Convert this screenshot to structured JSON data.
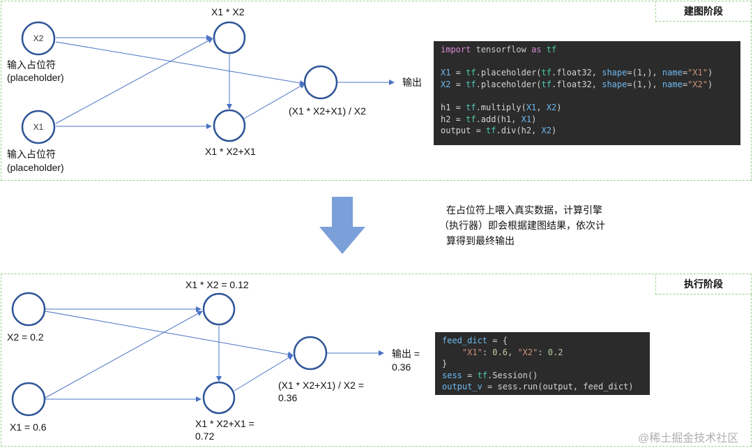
{
  "build": {
    "tag": "建图阶段",
    "input_x2_node": "X2",
    "input_x1_node": "X1",
    "input_x2_label_1": "输入占位符",
    "input_x2_label_2": "(placeholder)",
    "input_x1_label_1": "输入占位符",
    "input_x1_label_2": "(placeholder)",
    "h1_label": "X1 * X2",
    "h2_label": "X1 * X2+X1",
    "out_label": "(X1 * X2+X1) / X2",
    "output_label": "输出",
    "code": [
      [
        [
          "kw",
          "import"
        ],
        [
          "plain",
          " "
        ],
        [
          "mod",
          "tensorflow"
        ],
        [
          "plain",
          " "
        ],
        [
          "kw",
          "as"
        ],
        [
          "plain",
          " "
        ],
        [
          "tf",
          "tf"
        ]
      ],
      [],
      [
        [
          "var",
          "X1"
        ],
        [
          "plain",
          " = "
        ],
        [
          "tf",
          "tf"
        ],
        [
          "plain",
          ".placeholder("
        ],
        [
          "tf",
          "tf"
        ],
        [
          "plain",
          ".float32, "
        ],
        [
          "var",
          "shape"
        ],
        [
          "plain",
          "=(1,), "
        ],
        [
          "var",
          "name"
        ],
        [
          "plain",
          "="
        ],
        [
          "str",
          "\"X1\""
        ],
        [
          "plain",
          ")"
        ]
      ],
      [
        [
          "var",
          "X2"
        ],
        [
          "plain",
          " = "
        ],
        [
          "tf",
          "tf"
        ],
        [
          "plain",
          ".placeholder("
        ],
        [
          "tf",
          "tf"
        ],
        [
          "plain",
          ".float32, "
        ],
        [
          "var",
          "shape"
        ],
        [
          "plain",
          "=(1,), "
        ],
        [
          "var",
          "name"
        ],
        [
          "plain",
          "="
        ],
        [
          "str",
          "\"X2\""
        ],
        [
          "plain",
          ")"
        ]
      ],
      [],
      [
        [
          "plain",
          "h1 = "
        ],
        [
          "tf",
          "tf"
        ],
        [
          "plain",
          ".multiply("
        ],
        [
          "var",
          "X1"
        ],
        [
          "plain",
          ", "
        ],
        [
          "var",
          "X2"
        ],
        [
          "plain",
          ")"
        ]
      ],
      [
        [
          "plain",
          "h2 = "
        ],
        [
          "tf",
          "tf"
        ],
        [
          "plain",
          ".add(h1, "
        ],
        [
          "var",
          "X1"
        ],
        [
          "plain",
          ")"
        ]
      ],
      [
        [
          "plain",
          "output = "
        ],
        [
          "tf",
          "tf"
        ],
        [
          "plain",
          ".div(h2, "
        ],
        [
          "var",
          "X2"
        ],
        [
          "plain",
          ")"
        ]
      ]
    ]
  },
  "note": {
    "line1": "在占位符上喂入真实数据，计算引擎",
    "line2": "（执行器）即会根据建图结果，依次计",
    "line3": "算得到最终输出"
  },
  "exec": {
    "tag": "执行阶段",
    "x2_label": "X2 = 0.2",
    "x1_label": "X1 = 0.6",
    "h1_label": "X1 * X2 = 0.12",
    "h2_label_1": "X1 * X2+X1 =",
    "h2_label_2": "0.72",
    "out_label_1": "(X1 * X2+X1) / X2 =",
    "out_label_2": "0.36",
    "output_label_1": "输出 =",
    "output_label_2": "0.36",
    "code": [
      [
        [
          "var",
          "feed_dict"
        ],
        [
          "plain",
          " = {"
        ]
      ],
      [
        [
          "plain",
          "    "
        ],
        [
          "str",
          "\"X1\""
        ],
        [
          "plain",
          ": "
        ],
        [
          "num",
          "0.6"
        ],
        [
          "plain",
          ", "
        ],
        [
          "str",
          "\"X2\""
        ],
        [
          "plain",
          ": "
        ],
        [
          "num",
          "0.2"
        ]
      ],
      [
        [
          "plain",
          "}"
        ]
      ],
      [
        [
          "var",
          "sess"
        ],
        [
          "plain",
          " = "
        ],
        [
          "tf",
          "tf"
        ],
        [
          "plain",
          ".Session()"
        ]
      ],
      [
        [
          "var",
          "output_v"
        ],
        [
          "plain",
          " = sess.run(output, feed_dict)"
        ]
      ]
    ]
  },
  "watermark": "@稀土掘金技术社区",
  "colors": {
    "node": "#2e5597",
    "edge": "#4a72c4",
    "panel_border": "#9ccf8f",
    "big_arrow": "#7b9fd9",
    "code_bg": "#2b2b2b"
  }
}
